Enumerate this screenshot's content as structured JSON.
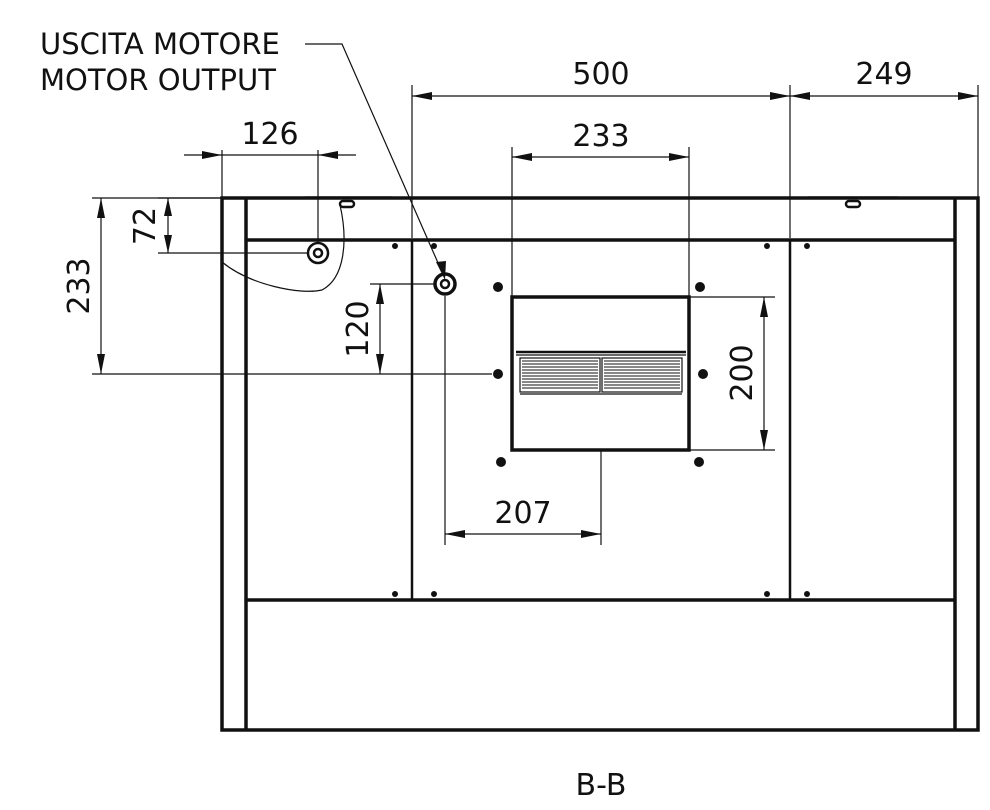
{
  "annotation": {
    "line1": "USCITA MOTORE",
    "line2": "MOTOR OUTPUT"
  },
  "dimensions": {
    "overall_width": "500",
    "right_offset": "249",
    "fan_width": "233",
    "outlet_x": "126",
    "outlet_y": "72",
    "left_height": "233",
    "motor_y": "120",
    "fan_height": "200",
    "motor_to_fan": "207"
  },
  "view_label": "B-B",
  "colors": {
    "ink": "#111111",
    "background": "#ffffff"
  }
}
